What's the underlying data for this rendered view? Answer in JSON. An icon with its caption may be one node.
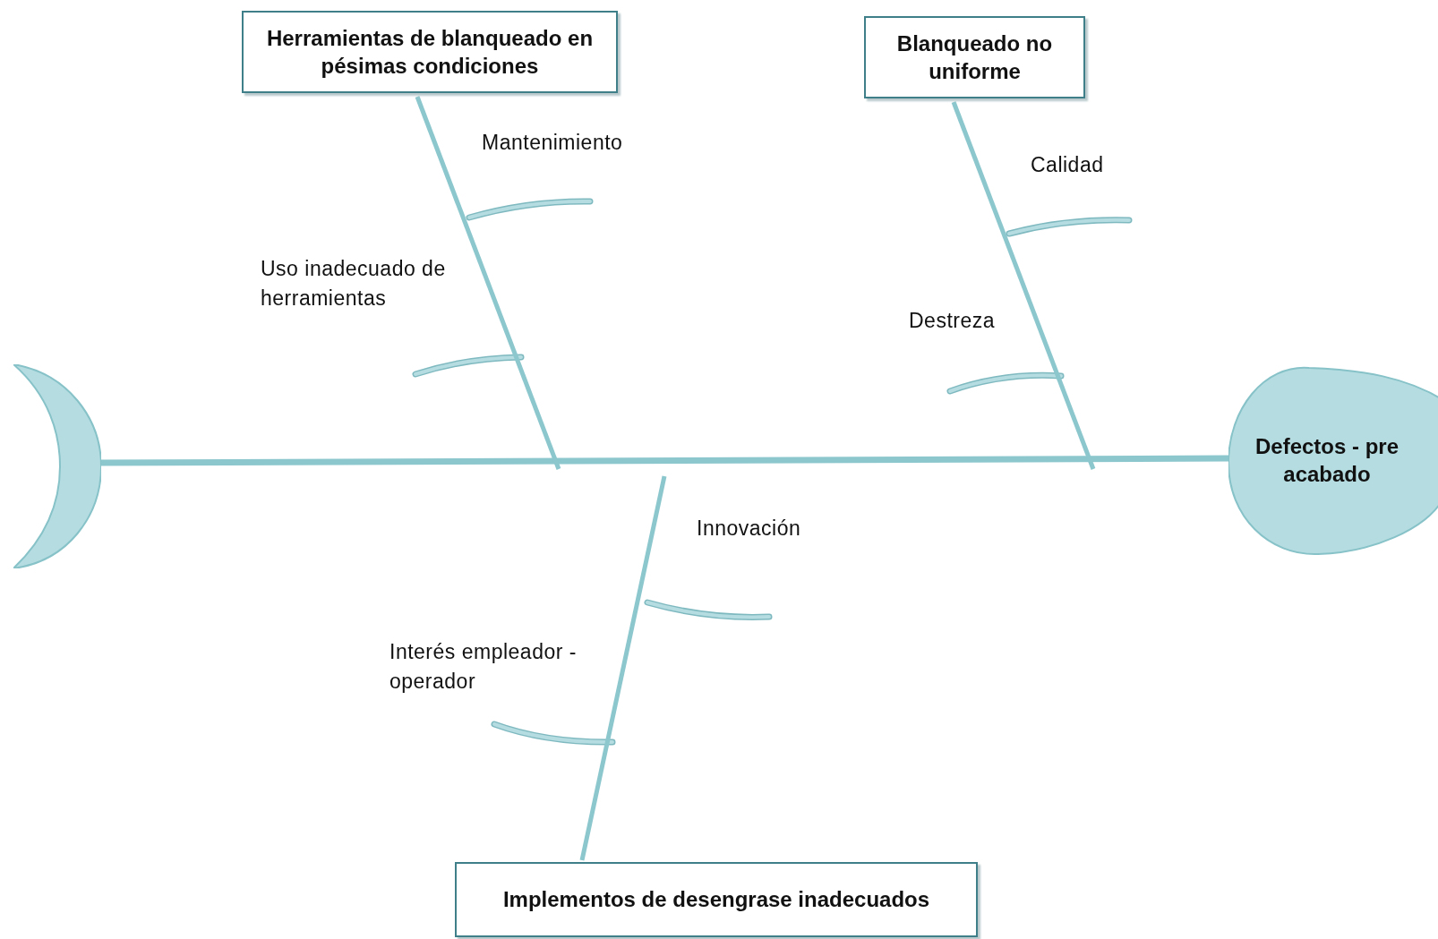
{
  "diagram": {
    "nodes": [
      {
        "text": [
          "Herramientas de blanqueado en pésimas condiciones"
        ]
      },
      {
        "text": [
          "Blanqueado no uniforme"
        ]
      },
      {
        "text": [
          "Implementos de desengrase inadecuados"
        ]
      },
      {
        "text": [
          "Defectos - pre acabado"
        ]
      },
      {
        "text": [],
        "shape": "crescent"
      }
    ],
    "edges": [
      {
        "from": 4,
        "to": 3,
        "arrow": "none"
      },
      {
        "from": 0,
        "to": null,
        "arrow": "none"
      },
      {
        "from": 1,
        "to": null,
        "arrow": "none"
      },
      {
        "from": 2,
        "to": null,
        "arrow": "none"
      }
    ],
    "labels": [
      "Mantenimiento",
      "Uso inadecuado de herramientas",
      "Calidad",
      "Destreza",
      "Innovación",
      "Interés empleador - operador"
    ]
  }
}
